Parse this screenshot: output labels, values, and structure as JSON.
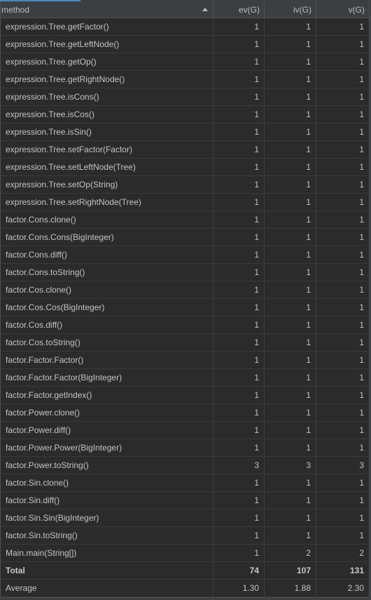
{
  "columns": {
    "method": "method",
    "ev": "ev(G)",
    "iv": "iv(G)",
    "v": "v(G)"
  },
  "rows": [
    {
      "method": "expression.Tree.getFactor()",
      "ev": "1",
      "iv": "1",
      "v": "1"
    },
    {
      "method": "expression.Tree.getLeftNode()",
      "ev": "1",
      "iv": "1",
      "v": "1"
    },
    {
      "method": "expression.Tree.getOp()",
      "ev": "1",
      "iv": "1",
      "v": "1"
    },
    {
      "method": "expression.Tree.getRightNode()",
      "ev": "1",
      "iv": "1",
      "v": "1"
    },
    {
      "method": "expression.Tree.isCons()",
      "ev": "1",
      "iv": "1",
      "v": "1"
    },
    {
      "method": "expression.Tree.isCos()",
      "ev": "1",
      "iv": "1",
      "v": "1"
    },
    {
      "method": "expression.Tree.isSin()",
      "ev": "1",
      "iv": "1",
      "v": "1"
    },
    {
      "method": "expression.Tree.setFactor(Factor)",
      "ev": "1",
      "iv": "1",
      "v": "1"
    },
    {
      "method": "expression.Tree.setLeftNode(Tree)",
      "ev": "1",
      "iv": "1",
      "v": "1"
    },
    {
      "method": "expression.Tree.setOp(String)",
      "ev": "1",
      "iv": "1",
      "v": "1"
    },
    {
      "method": "expression.Tree.setRightNode(Tree)",
      "ev": "1",
      "iv": "1",
      "v": "1"
    },
    {
      "method": "factor.Cons.clone()",
      "ev": "1",
      "iv": "1",
      "v": "1"
    },
    {
      "method": "factor.Cons.Cons(BigInteger)",
      "ev": "1",
      "iv": "1",
      "v": "1"
    },
    {
      "method": "factor.Cons.diff()",
      "ev": "1",
      "iv": "1",
      "v": "1"
    },
    {
      "method": "factor.Cons.toString()",
      "ev": "1",
      "iv": "1",
      "v": "1"
    },
    {
      "method": "factor.Cos.clone()",
      "ev": "1",
      "iv": "1",
      "v": "1"
    },
    {
      "method": "factor.Cos.Cos(BigInteger)",
      "ev": "1",
      "iv": "1",
      "v": "1"
    },
    {
      "method": "factor.Cos.diff()",
      "ev": "1",
      "iv": "1",
      "v": "1"
    },
    {
      "method": "factor.Cos.toString()",
      "ev": "1",
      "iv": "1",
      "v": "1"
    },
    {
      "method": "factor.Factor.Factor()",
      "ev": "1",
      "iv": "1",
      "v": "1"
    },
    {
      "method": "factor.Factor.Factor(BigInteger)",
      "ev": "1",
      "iv": "1",
      "v": "1"
    },
    {
      "method": "factor.Factor.getIndex()",
      "ev": "1",
      "iv": "1",
      "v": "1"
    },
    {
      "method": "factor.Power.clone()",
      "ev": "1",
      "iv": "1",
      "v": "1"
    },
    {
      "method": "factor.Power.diff()",
      "ev": "1",
      "iv": "1",
      "v": "1"
    },
    {
      "method": "factor.Power.Power(BigInteger)",
      "ev": "1",
      "iv": "1",
      "v": "1"
    },
    {
      "method": "factor.Power.toString()",
      "ev": "3",
      "iv": "3",
      "v": "3"
    },
    {
      "method": "factor.Sin.clone()",
      "ev": "1",
      "iv": "1",
      "v": "1"
    },
    {
      "method": "factor.Sin.diff()",
      "ev": "1",
      "iv": "1",
      "v": "1"
    },
    {
      "method": "factor.Sin.Sin(BigInteger)",
      "ev": "1",
      "iv": "1",
      "v": "1"
    },
    {
      "method": "factor.Sin.toString()",
      "ev": "1",
      "iv": "1",
      "v": "1"
    },
    {
      "method": "Main.main(String[])",
      "ev": "1",
      "iv": "2",
      "v": "2"
    }
  ],
  "total": {
    "label": "Total",
    "ev": "74",
    "iv": "107",
    "v": "131"
  },
  "average": {
    "label": "Average",
    "ev": "1.30",
    "iv": "1.88",
    "v": "2.30"
  },
  "sort": {
    "column": "method",
    "direction": "ascending",
    "icon": "sort-ascending-icon"
  },
  "colors": {
    "background": "#2b2b2b",
    "header": "#3c3f41",
    "text": "#bbbbbb",
    "accent": "#4a88c7"
  }
}
